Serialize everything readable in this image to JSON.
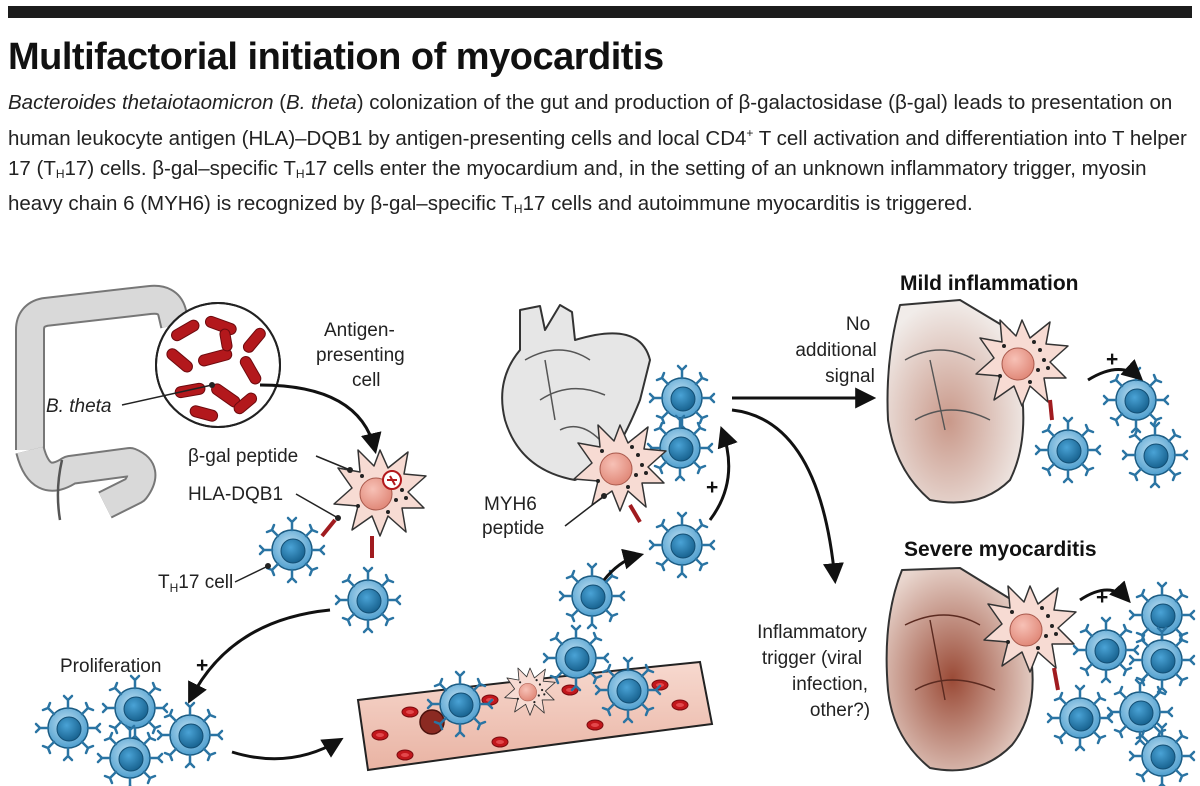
{
  "title": "Multifactorial initiation of myocarditis",
  "caption": {
    "p1_italic": "Bacteroides thetaiotaomicron",
    "p2": " (",
    "p3_italic": "B. theta",
    "p4": ") colonization of the gut and production of β-galactosidase (β-gal) leads to presentation on human leukocyte antigen (HLA)–DQB1 by antigen-presenting cells and local CD4",
    "p4_sup": "+",
    "p5": " T cell activation and differentiation into T helper 17 (T",
    "p5_sub": "H",
    "p6": "17) cells. β-gal–specific T",
    "p6_sub": "H",
    "p7": "17 cells enter the myocardium and, in the setting of an unknown inflammatory trigger, myosin heavy chain 6 (MYH6) is recognized by β-gal–specific T",
    "p7_sub": "H",
    "p8": "17 cells and autoimmune myocarditis is triggered."
  },
  "labels": {
    "antigen_line1": "Antigen-",
    "antigen_line2": "presenting",
    "antigen_line3": "cell",
    "b_theta": "B. theta",
    "beta_gal_peptide": "β-gal peptide",
    "hla_dqb1": "HLA-DQB1",
    "th17_cell_pre": "T",
    "th17_cell_sub": "H",
    "th17_cell_post": "17 cell",
    "proliferation": "Proliferation",
    "plus": "+",
    "myh6_line1": "MYH6",
    "myh6_line2": "peptide",
    "no_signal_line1": "No",
    "no_signal_line2": "additional",
    "no_signal_line3": "signal",
    "mild": "Mild inflammation",
    "severe": "Severe myocarditis",
    "trigger_line1": "Inflammatory",
    "trigger_line2": "trigger (viral",
    "trigger_line3": "infection,",
    "trigger_line4": "other?)"
  },
  "colors": {
    "tcell": "#3d8fc0",
    "tcell_nucleus": "#1f6f9e",
    "apc": "#f6d7cf",
    "apc_nucleus": "#e99a8e",
    "bacteria": "#b3181c",
    "heart": "#e6e6e6",
    "vessel": "#f2c9bd",
    "receptor": "#a01b1f"
  }
}
